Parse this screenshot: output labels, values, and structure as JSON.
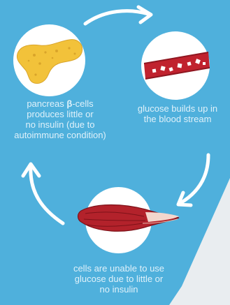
{
  "colors": {
    "background": "#4fb0dc",
    "corner_accent": "#e9edf0",
    "circle": "#ffffff",
    "arrow": "#ffffff",
    "caption_text": "#dff1fa",
    "pancreas_fill": "#f2c23a",
    "vessel_fill": "#c0222e",
    "muscle_fill": "#b3222b"
  },
  "nodes": [
    {
      "icon": "pancreas-icon",
      "caption_prefix": "pancreas ",
      "caption_beta": "β",
      "caption_rest": "-cells\nproduces little or\nno insulin (due to\nautoimmune condition)"
    },
    {
      "icon": "blood-vessel-icon",
      "caption": "glucose builds up in\nthe blood stream"
    },
    {
      "icon": "muscle-cell-icon",
      "caption": "cells are unable to use\nglucose due to little or\nno insulin"
    }
  ],
  "arrows": [
    "arrow-pancreas-to-vessel",
    "arrow-vessel-to-muscle",
    "arrow-muscle-to-pancreas"
  ]
}
